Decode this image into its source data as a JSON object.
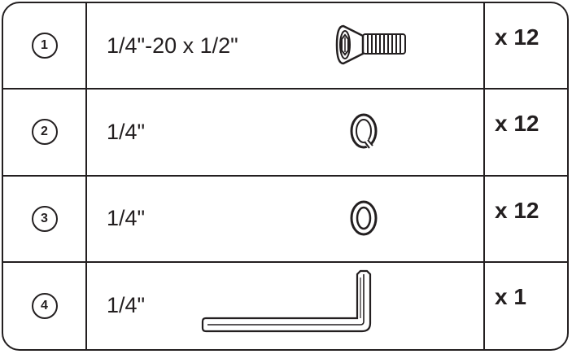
{
  "parts": [
    {
      "number": "1",
      "size": "1/4\"-20 x 1/2\"",
      "quantity": "x 12",
      "icon": "flat-head-hex-screw-icon"
    },
    {
      "number": "2",
      "size": "1/4\"",
      "quantity": "x 12",
      "icon": "split-lock-washer-icon"
    },
    {
      "number": "3",
      "size": "1/4\"",
      "quantity": "x 12",
      "icon": "flat-washer-icon"
    },
    {
      "number": "4",
      "size": "1/4\"",
      "quantity": "x 1",
      "icon": "hex-key-icon"
    }
  ],
  "colors": {
    "line": "#231f20",
    "background": "#ffffff"
  }
}
